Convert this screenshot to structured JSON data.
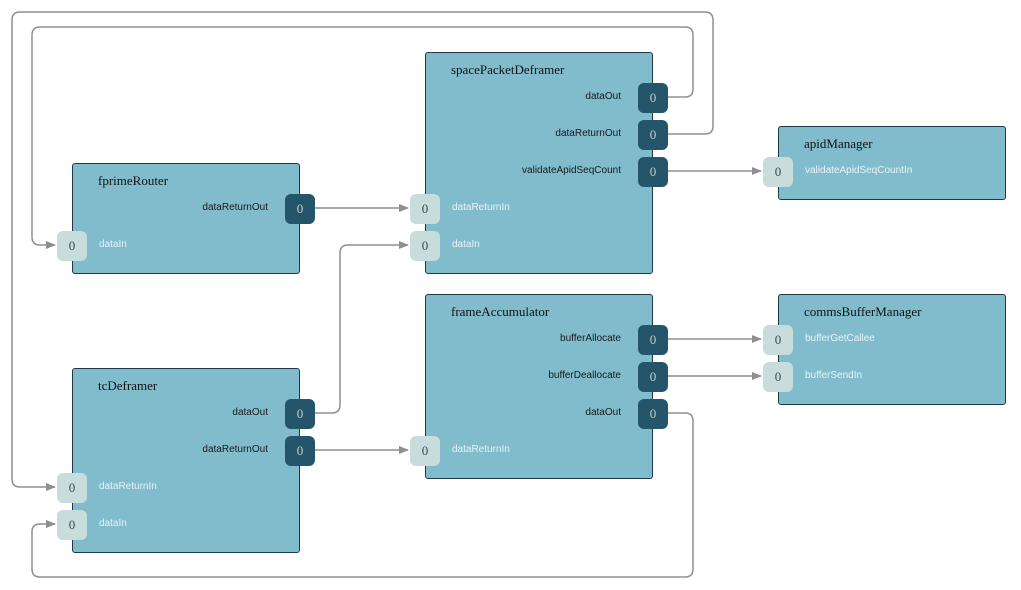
{
  "diagram": {
    "components": {
      "fprimeRouter": {
        "title": "fprimeRouter",
        "ports": {
          "dataReturnOut": "dataReturnOut",
          "dataIn": "dataIn"
        },
        "index": "0"
      },
      "tcDeframer": {
        "title": "tcDeframer",
        "ports": {
          "dataOut": "dataOut",
          "dataReturnOut": "dataReturnOut",
          "dataReturnIn": "dataReturnIn",
          "dataIn": "dataIn"
        },
        "index": "0"
      },
      "spacePacketDeframer": {
        "title": "spacePacketDeframer",
        "ports": {
          "dataOut": "dataOut",
          "dataReturnOut": "dataReturnOut",
          "validateApidSeqCount": "validateApidSeqCount",
          "dataReturnIn": "dataReturnIn",
          "dataIn": "dataIn"
        },
        "index": "0"
      },
      "frameAccumulator": {
        "title": "frameAccumulator",
        "ports": {
          "bufferAllocate": "bufferAllocate",
          "bufferDeallocate": "bufferDeallocate",
          "dataOut": "dataOut",
          "dataReturnIn": "dataReturnIn"
        },
        "index": "0"
      },
      "apidManager": {
        "title": "apidManager",
        "ports": {
          "validateApidSeqCountIn": "validateApidSeqCountIn"
        },
        "index": "0"
      },
      "commsBufferManager": {
        "title": "commsBufferManager",
        "ports": {
          "bufferGetCallee": "bufferGetCallee",
          "bufferSendIn": "bufferSendIn"
        },
        "index": "0"
      }
    },
    "colors": {
      "node_fill": "#80bccc",
      "node_border": "#1e3a4a",
      "output_port": "#25556b",
      "input_port": "#c8dcdb",
      "edge": "#8f8f8f"
    }
  }
}
